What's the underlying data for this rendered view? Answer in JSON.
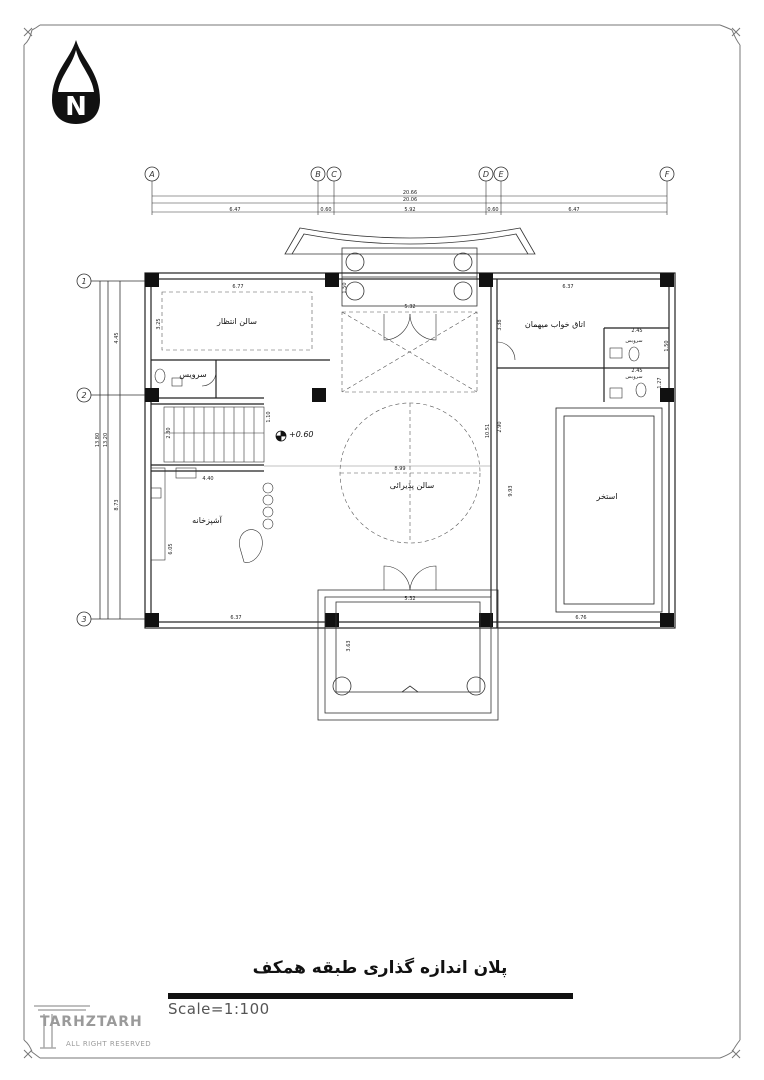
{
  "title": "پلان اندازه گذاری طبقه همکف",
  "scale": "Scale=1:100",
  "logo": {
    "name": "TARHZTARH",
    "sub": "ALL RIGHT RESERVED"
  },
  "north": {
    "letter": "N"
  },
  "axes_h": [
    "A",
    "B",
    "C",
    "D",
    "E",
    "F"
  ],
  "axes_v": [
    "1",
    "2",
    "3"
  ],
  "dims_top": {
    "overall_1": "20.66",
    "overall_2": "20.06",
    "seg_1": "6.47",
    "seg_2": "0.60",
    "seg_3": "5.92",
    "seg_4": "0.60",
    "seg_5": "6.47"
  },
  "dims_left": {
    "d1": "4.45",
    "d2": "8.73",
    "d3": "13.80",
    "d4": "13.20"
  },
  "rooms": {
    "living": "سالن پذیرائی",
    "waiting": "سالن انتظار",
    "kitchen": "آشپزخانه",
    "wc1": "سرویس",
    "wc2": "سرویس",
    "wc3": "سرویس",
    "guest": "اتاق خواب میهمان",
    "pool": "استخر"
  },
  "level": "+0.60",
  "inner_dims": {
    "top_left": "6.77",
    "top_right": "6.37",
    "center_top": "5.32",
    "center_bottom": "5.32",
    "living_w": "8.99",
    "kitchen_w": "4.40",
    "bottom_left": "6.37",
    "bottom_right": "6.76",
    "v1": "3.25",
    "v2": "1.50",
    "v3": "2.30",
    "v4": "1.10",
    "v5": "6.05",
    "v6": "3.63",
    "v7": "3.38",
    "v8": "2.90",
    "v9": "10.51",
    "v10": "9.93",
    "w1": "2.45",
    "w2": "2.45",
    "w3": "1.50",
    "w4": "1.27"
  }
}
